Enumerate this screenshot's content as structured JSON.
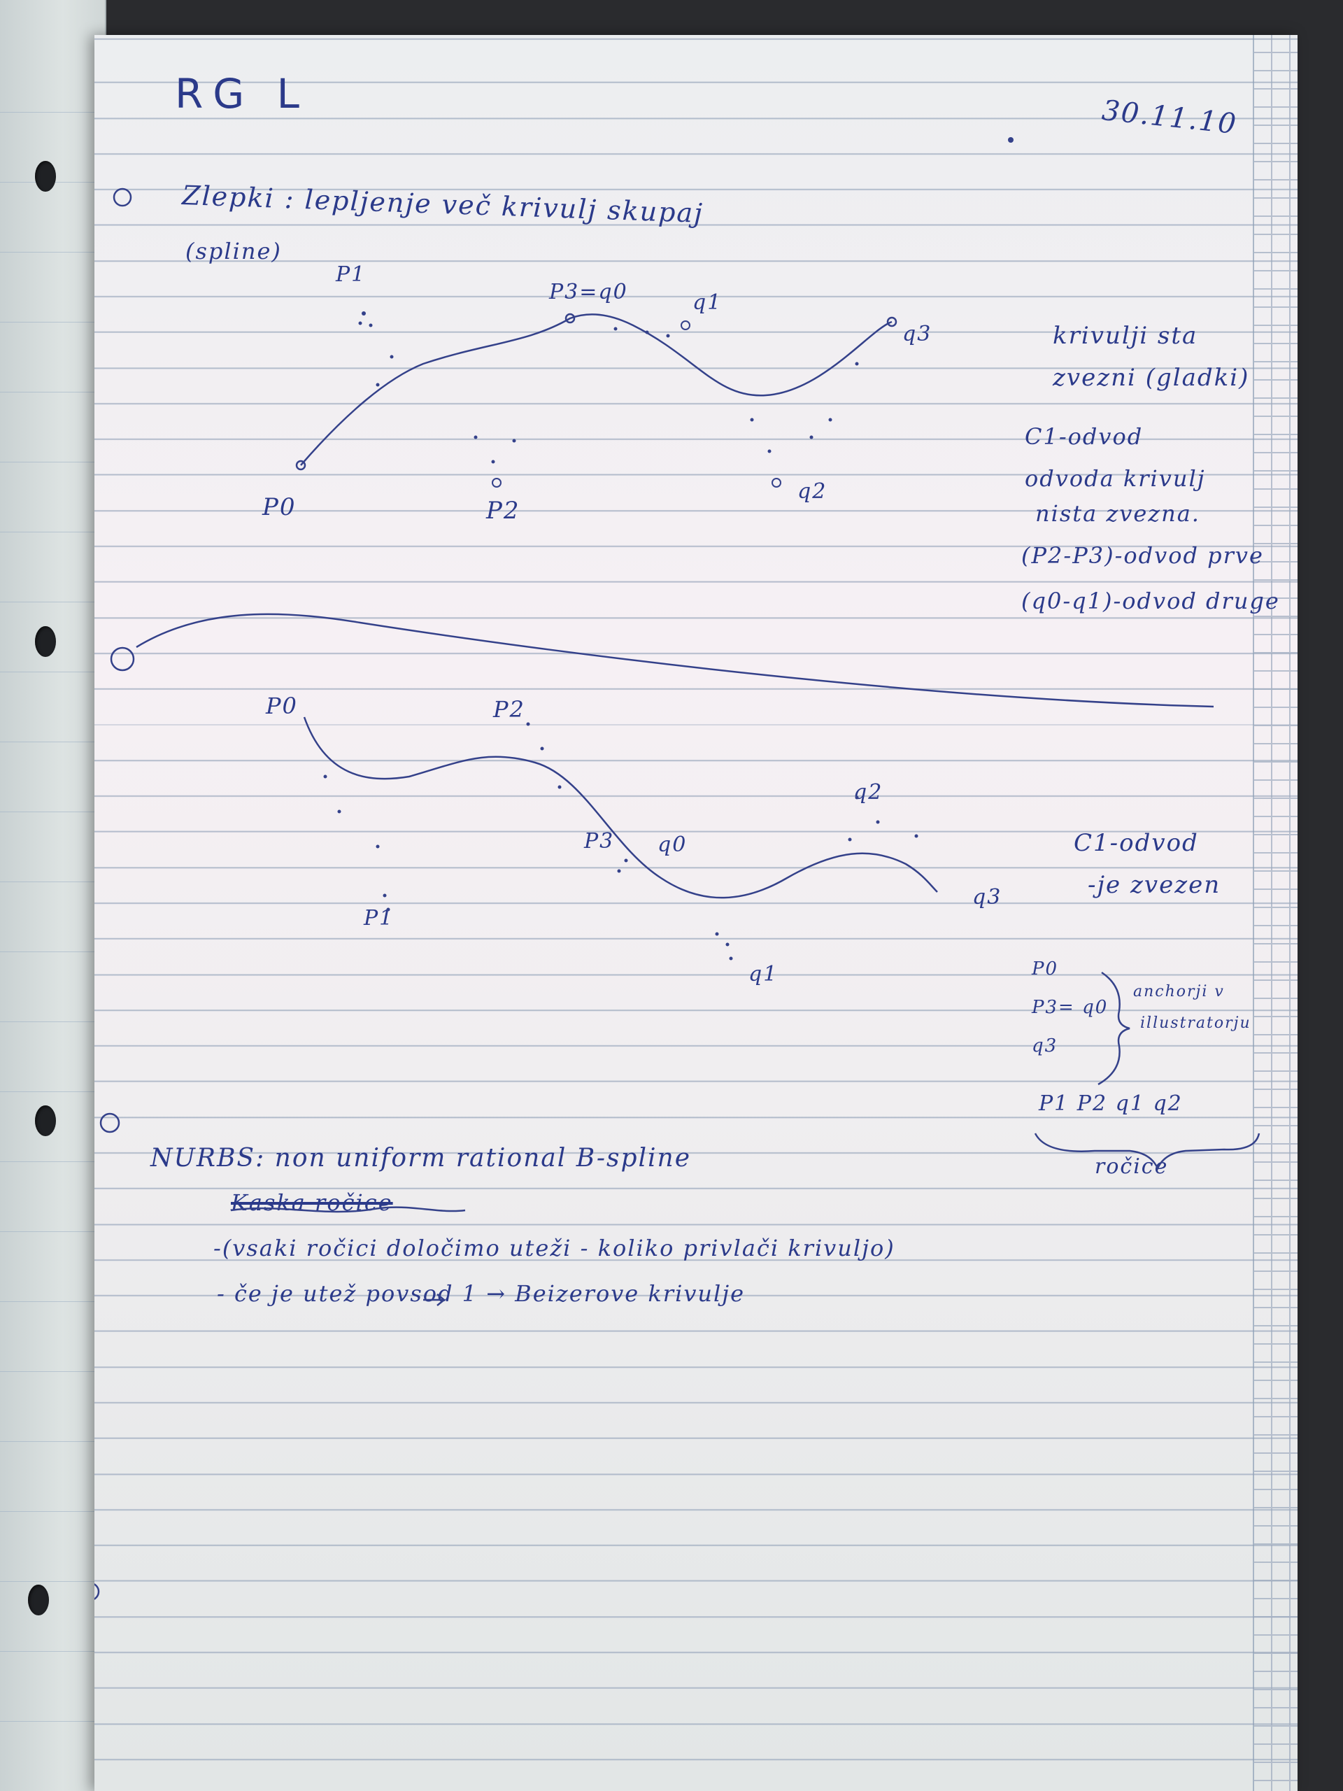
{
  "header": {
    "title": "RG L",
    "date": "30.11.10"
  },
  "section1": {
    "heading": "Zlepki : lepljenje več krivulj skupaj",
    "subheading": "(spline)",
    "points": {
      "p0": "P0",
      "p1": "P1",
      "p2": "P2",
      "p3q0": "P3=q0",
      "q1": "q1",
      "q2": "q2",
      "q3": "q3"
    },
    "notes": [
      "krivulji sta",
      "zvezni (gladki)",
      "C1-odvod",
      "odvoda krivulj",
      "nista zvezna.",
      "(P2-P3)-odvod prve",
      "(q0-q1)-odvod druge"
    ]
  },
  "section2": {
    "points": {
      "p0": "P0",
      "p1": "P1",
      "p2": "P2",
      "p3": "P3",
      "q0": "q0",
      "q1": "q1",
      "q2": "q2",
      "q3": "q3"
    },
    "notes": [
      "C1-odvod",
      "-je zvezen"
    ],
    "anchors": {
      "items": [
        "P0",
        "P3= q0",
        "q3"
      ],
      "label_line1": "anchorji v",
      "label_line2": "illustratorju"
    },
    "handles": {
      "items": "P1  P2  q1  q2",
      "label": "ročice"
    }
  },
  "section3": {
    "heading": "NURBS: non uniform rational B-spline",
    "struck": "Kaska ročice",
    "lines": [
      "-(vsaki ročici določimo uteži - koliko privlači krivuljo)",
      "- če je utež povsod 1 → Beizerove krivulje"
    ]
  }
}
